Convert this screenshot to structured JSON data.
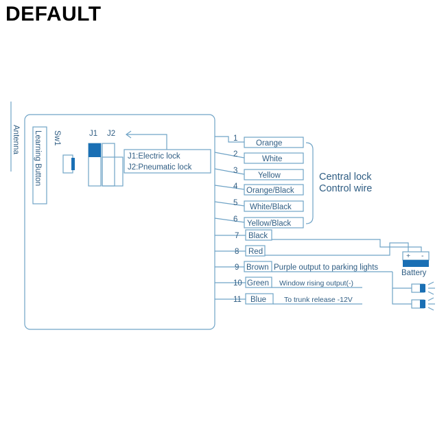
{
  "header": {
    "title": "DEFAULT"
  },
  "colors": {
    "line": "#6fa3c6",
    "text": "#2f5d83",
    "fill_dark": "#1a6fb4"
  },
  "antenna_label": "Antenna",
  "sw_label": "Sw1",
  "learning_button_label": "Learning Button",
  "jumper": {
    "j1": "J1",
    "j2": "J2",
    "desc1": "J1:Electric lock",
    "desc2": "J2:Pneumatic lock"
  },
  "central_lock": {
    "line1": "Central lock",
    "line2": "Control wire"
  },
  "wires": [
    {
      "num": "1",
      "color": "Orange"
    },
    {
      "num": "2",
      "color": "White"
    },
    {
      "num": "3",
      "color": "Yellow"
    },
    {
      "num": "4",
      "color": "Orange/Black"
    },
    {
      "num": "5",
      "color": "White/Black"
    },
    {
      "num": "6",
      "color": "Yellow/Black"
    },
    {
      "num": "7",
      "color": "Black"
    },
    {
      "num": "8",
      "color": "Red"
    },
    {
      "num": "9",
      "color": "Brown",
      "note": "Purple output to parking lights"
    },
    {
      "num": "10",
      "color": "Green",
      "note": "Window rising output(-)"
    },
    {
      "num": "11",
      "color": "Blue",
      "note": "To trunk release -12V"
    }
  ],
  "battery": {
    "label": "Battery",
    "plus": "+",
    "minus": "-"
  }
}
